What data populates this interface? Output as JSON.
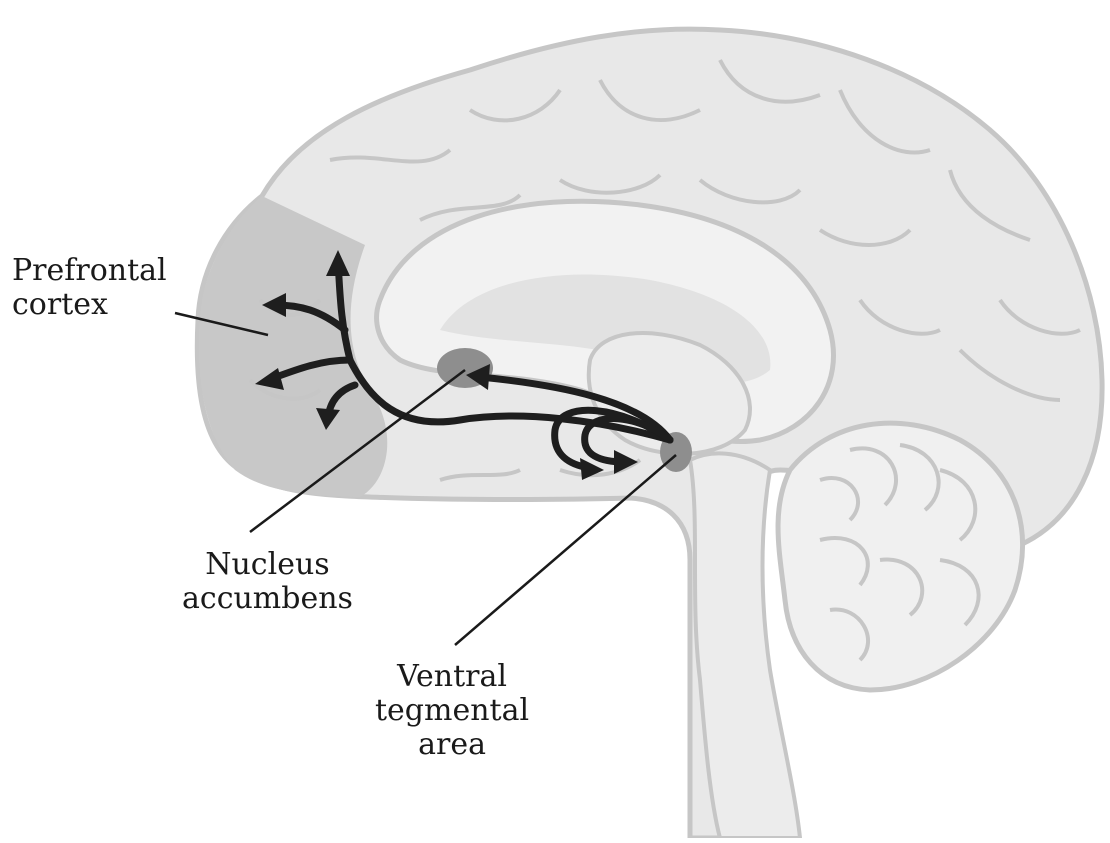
{
  "labels": {
    "prefrontal": [
      "Prefrontal",
      "cortex"
    ],
    "nucleus": [
      "Nucleus",
      "accumbens"
    ],
    "vta": [
      "Ventral",
      "tegmental",
      "area"
    ]
  },
  "colors": {
    "brain_fill": "#e8e8e8",
    "brain_stroke": "#c6c6c6",
    "inner_fill": "#f2f2f2",
    "region_fill": "#c8c8c8",
    "nucleus_fill": "#8e8e8e",
    "arrow": "#1e1e1e",
    "leader": "#1a1a1a"
  }
}
